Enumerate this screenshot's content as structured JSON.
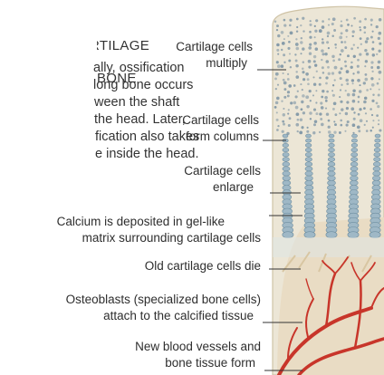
{
  "intro": {
    "heading_lines": [
      "RTILAGE",
      "BONE"
    ],
    "body_lines": [
      "ally, ossification",
      "long bone occurs",
      "ween the shaft",
      "the head. Later,",
      "fication also takes",
      "e inside the head."
    ]
  },
  "labels": {
    "multiply": [
      "Cartilage cells",
      "multiply"
    ],
    "columns": [
      "Cartilage cells",
      "form columns"
    ],
    "enlarge": [
      "Cartilage cells",
      "enlarge"
    ],
    "calcium": [
      "Calcium is deposited in gel-like",
      "matrix surrounding cartilage cells"
    ],
    "die": [
      "Old cartilage cells die"
    ],
    "osteoblasts": [
      "Osteoblasts (specialized bone cells)",
      "attach to the calcified tissue"
    ],
    "vessels": [
      "New blood vessels and",
      "bone tissue form"
    ]
  },
  "colors": {
    "cartilage": "#ece6d6",
    "cell_dot": "#7f96a6",
    "column_cell": "#9fb8c6",
    "column_cell_edge": "#6f8fa1",
    "bone_tissue": "#e9dcc4",
    "vessel": "#c8352a",
    "leader": "#333333"
  }
}
